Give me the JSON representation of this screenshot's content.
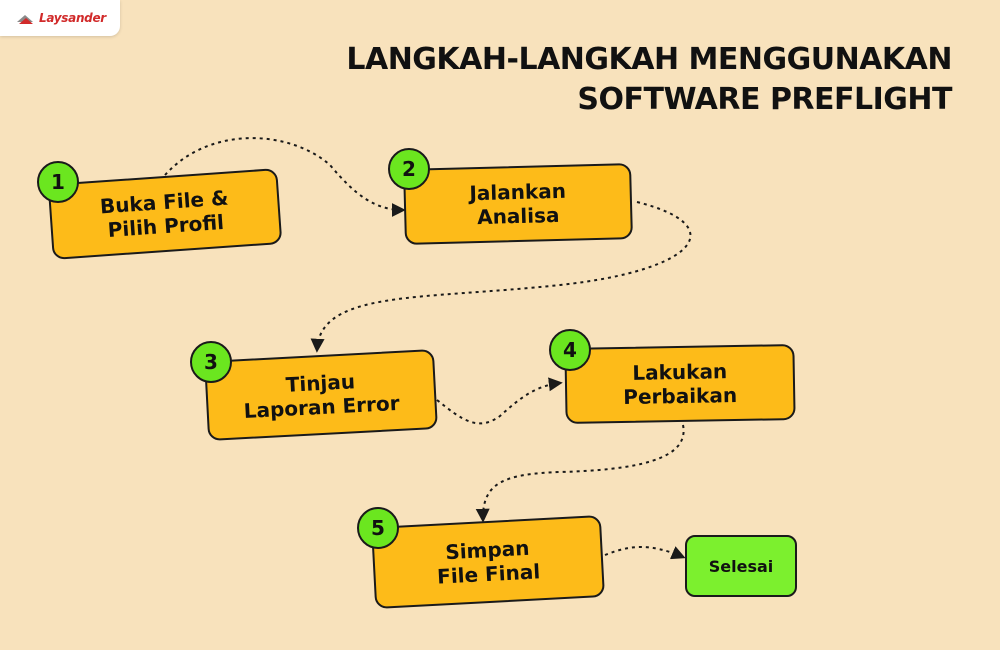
{
  "brand": {
    "name": "Laysander"
  },
  "title": {
    "line1": "LANGKAH-LANGKAH MENGGUNAKAN",
    "line2": "SOFTWARE PREFLIGHT"
  },
  "steps": [
    {
      "number": "1",
      "line1": "Buka File &",
      "line2": "Pilih Profil"
    },
    {
      "number": "2",
      "line1": "Jalankan",
      "line2": "Analisa"
    },
    {
      "number": "3",
      "line1": "Tinjau",
      "line2": "Laporan Error"
    },
    {
      "number": "4",
      "line1": "Lakukan",
      "line2": "Perbaikan"
    },
    {
      "number": "5",
      "line1": "Simpan",
      "line2": "File Final"
    }
  ],
  "end": {
    "label": "Selesai"
  },
  "colors": {
    "background": "#f8e2bc",
    "step": "#fdbb19",
    "badge": "#6be61f",
    "end": "#7cf02e",
    "brand": "#d12a2a"
  }
}
